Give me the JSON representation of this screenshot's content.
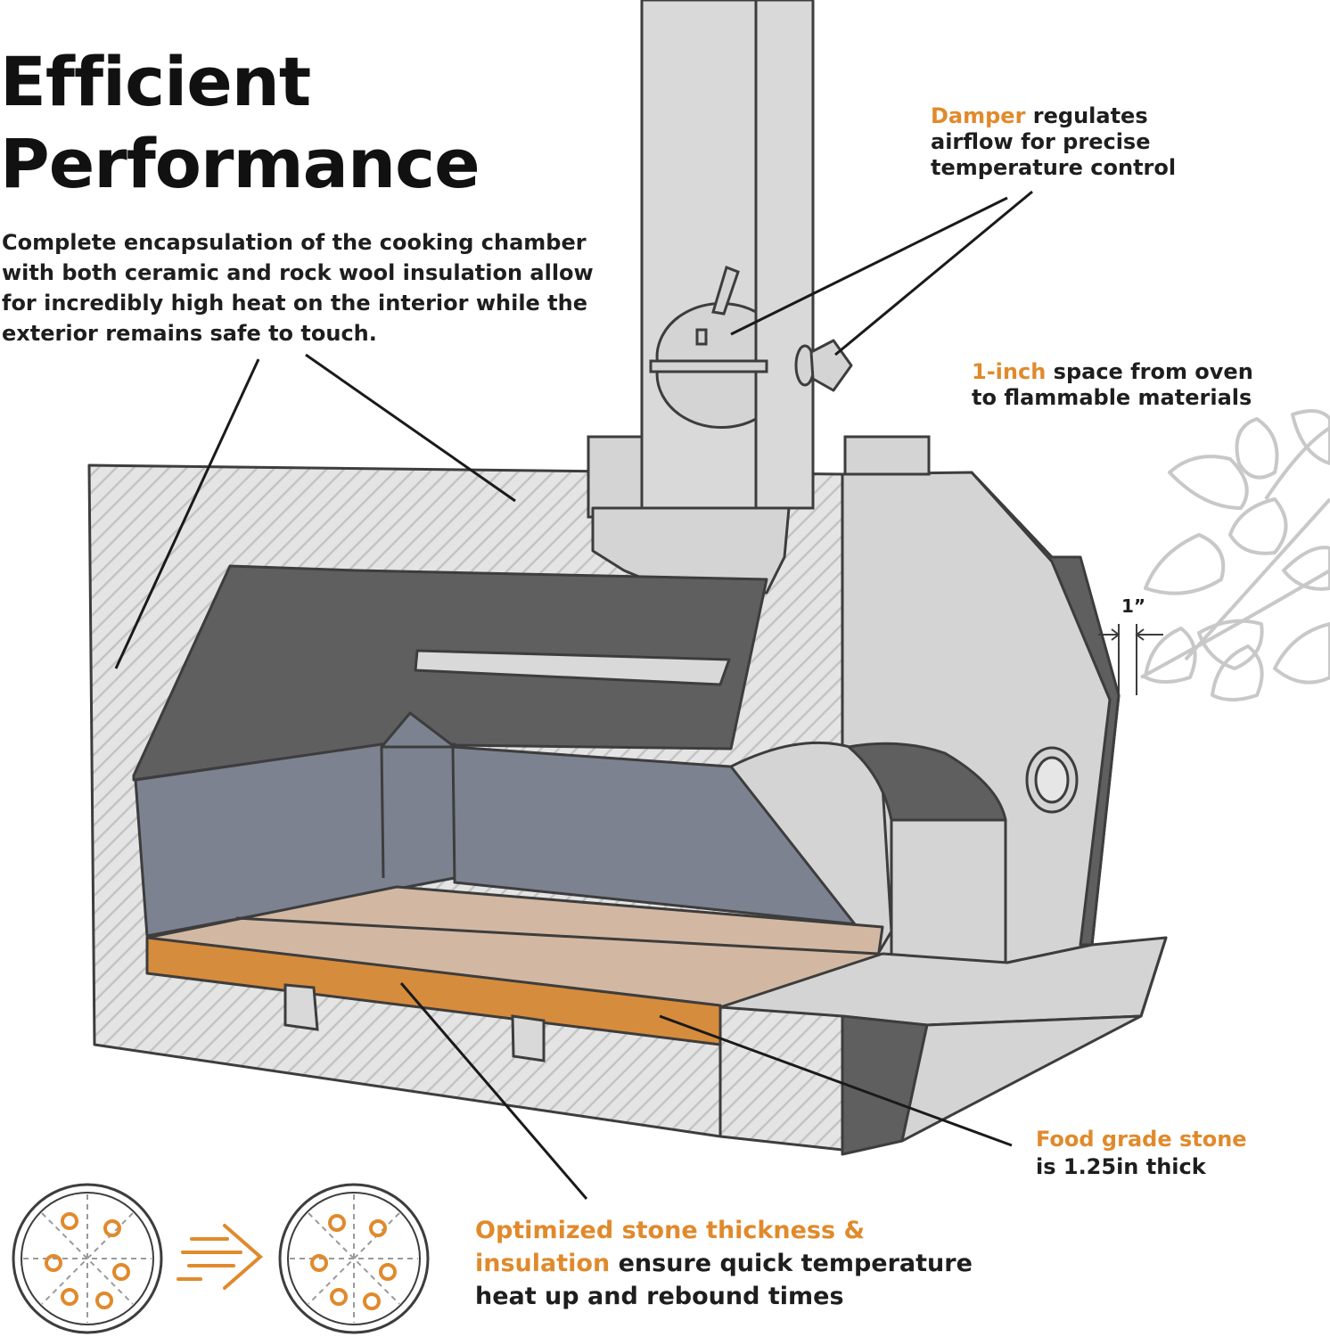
{
  "title": {
    "line1": "Efficient",
    "line2": "Performance"
  },
  "intro": "Complete encapsulation of the cooking chamber with both ceramic and rock wool insulation allow for incredibly high heat on the interior while the exterior remains safe to touch.",
  "callouts": {
    "damper": {
      "highlight": "Damper",
      "text": " regulates airflow for precise temperature control"
    },
    "clearance": {
      "highlight": "1-inch",
      "text": " space from oven to flammable materials"
    },
    "stone": {
      "highlight": "Food grade stone",
      "text": "is 1.25in thick"
    },
    "insulation": {
      "highlight1": "Optimized stone thickness &",
      "highlight2": "insulation",
      "text1": " ensure quick temperature",
      "text2": "heat up and rebound times"
    }
  },
  "dimension_label": "1”",
  "colors": {
    "accent": "#e08a2c",
    "hatch": "#d9d9d9",
    "body_gray": "#d4d4d4",
    "dark_gray": "#5f5f5f",
    "slate": "#7d8291",
    "stone": "#d2b8a2",
    "stone_edge": "#d68c3d",
    "outline": "#3d3d3d"
  },
  "icons": [
    "pizza-before-icon",
    "speed-arrow-icon",
    "pizza-after-icon",
    "leaf-branch-icon",
    "damper-handle-icon",
    "vent-knob-icon"
  ]
}
